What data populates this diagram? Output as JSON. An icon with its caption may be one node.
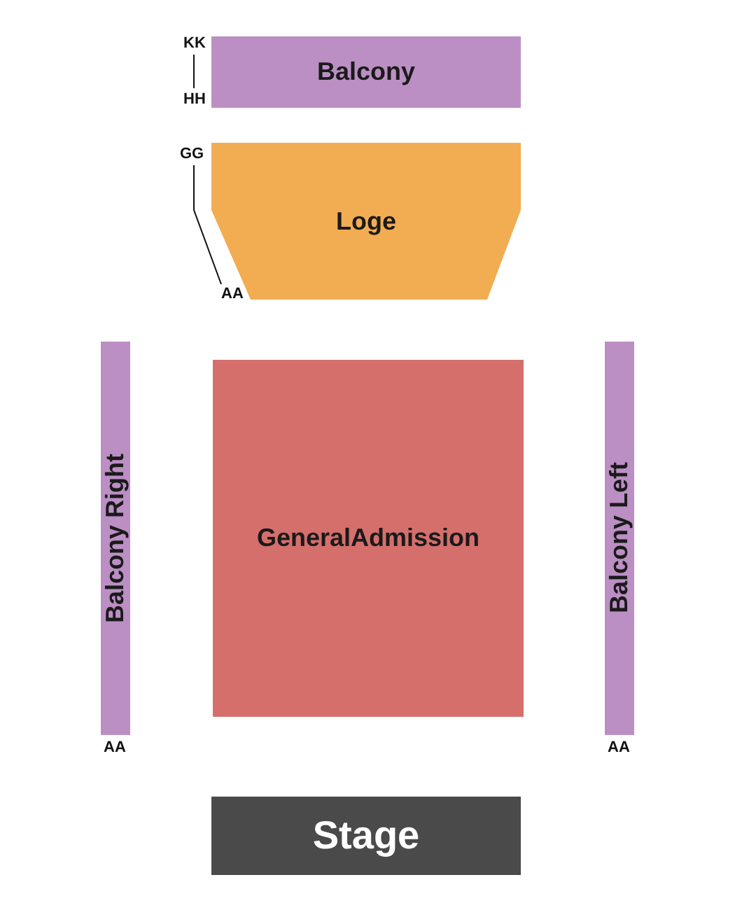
{
  "diagram": {
    "nodes": [
      {
        "text": [
          "Balcony"
        ]
      },
      {
        "text": [
          "Loge"
        ]
      },
      {
        "text": [
          "Balcony Right"
        ]
      },
      {
        "text": [
          "GeneralAdmission"
        ]
      },
      {
        "text": [
          "Balcony Left"
        ]
      },
      {
        "text": [
          "Stage"
        ]
      }
    ],
    "labels": [
      "KK",
      "HH",
      "GG",
      "AA",
      "AA",
      "AA"
    ]
  }
}
